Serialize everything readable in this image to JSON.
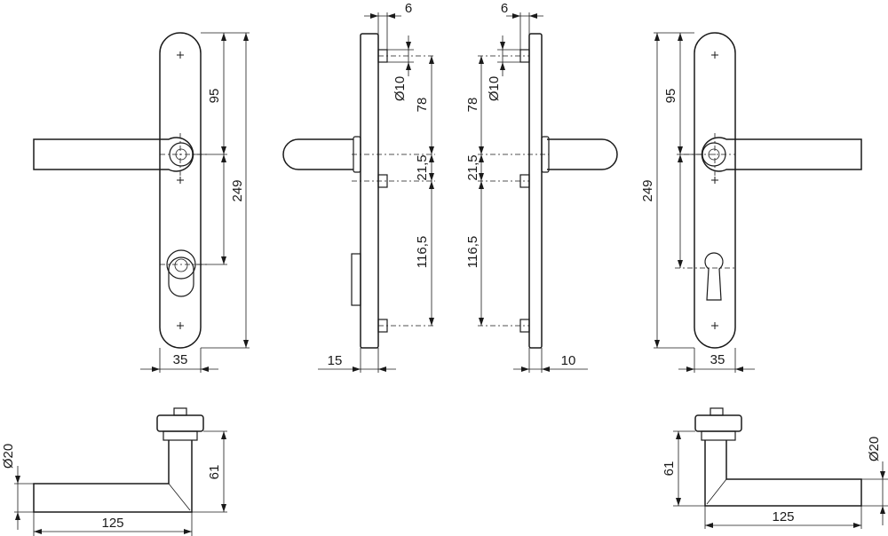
{
  "dimensions": {
    "front_left": {
      "upper_spacing": "95",
      "overall_length": "249",
      "plate_width": "35"
    },
    "side_left": {
      "pin_offset": "6",
      "pin_diameter": "Ø10",
      "upper_spacing": "78",
      "middle_spacing": "21,5",
      "lower_spacing": "116,5",
      "depth": "15"
    },
    "side_right": {
      "pin_offset": "6",
      "pin_diameter": "Ø10",
      "upper_spacing": "78",
      "middle_spacing": "21,5",
      "lower_spacing": "116,5",
      "depth": "10"
    },
    "front_right": {
      "upper_spacing": "95",
      "overall_length": "249",
      "plate_width": "35"
    },
    "lever_left": {
      "rose_diameter": "Ø20",
      "height": "61",
      "length": "125"
    },
    "lever_right": {
      "rose_diameter": "Ø20",
      "height": "61",
      "length": "125"
    }
  },
  "colors": {
    "line": "#1a1a1a",
    "background": "#ffffff"
  }
}
